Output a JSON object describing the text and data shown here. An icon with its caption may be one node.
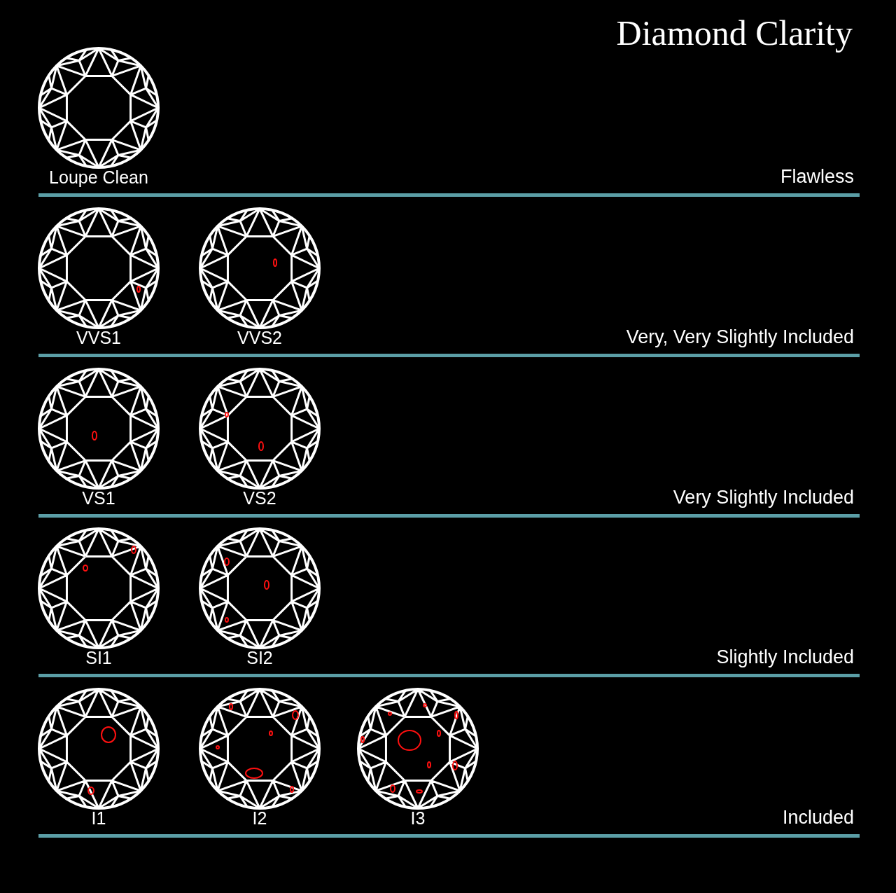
{
  "diagram": {
    "title": "Diamond Clarity",
    "labels": [
      "Loupe Clean",
      "Flawless",
      "VVS1",
      "VVS2",
      "Very, Very Slightly Included",
      "VS1",
      "VS2",
      "Very Slightly Included",
      "SI1",
      "SI2",
      "Slightly Included",
      "I1",
      "I2",
      "I3",
      "Included"
    ]
  }
}
